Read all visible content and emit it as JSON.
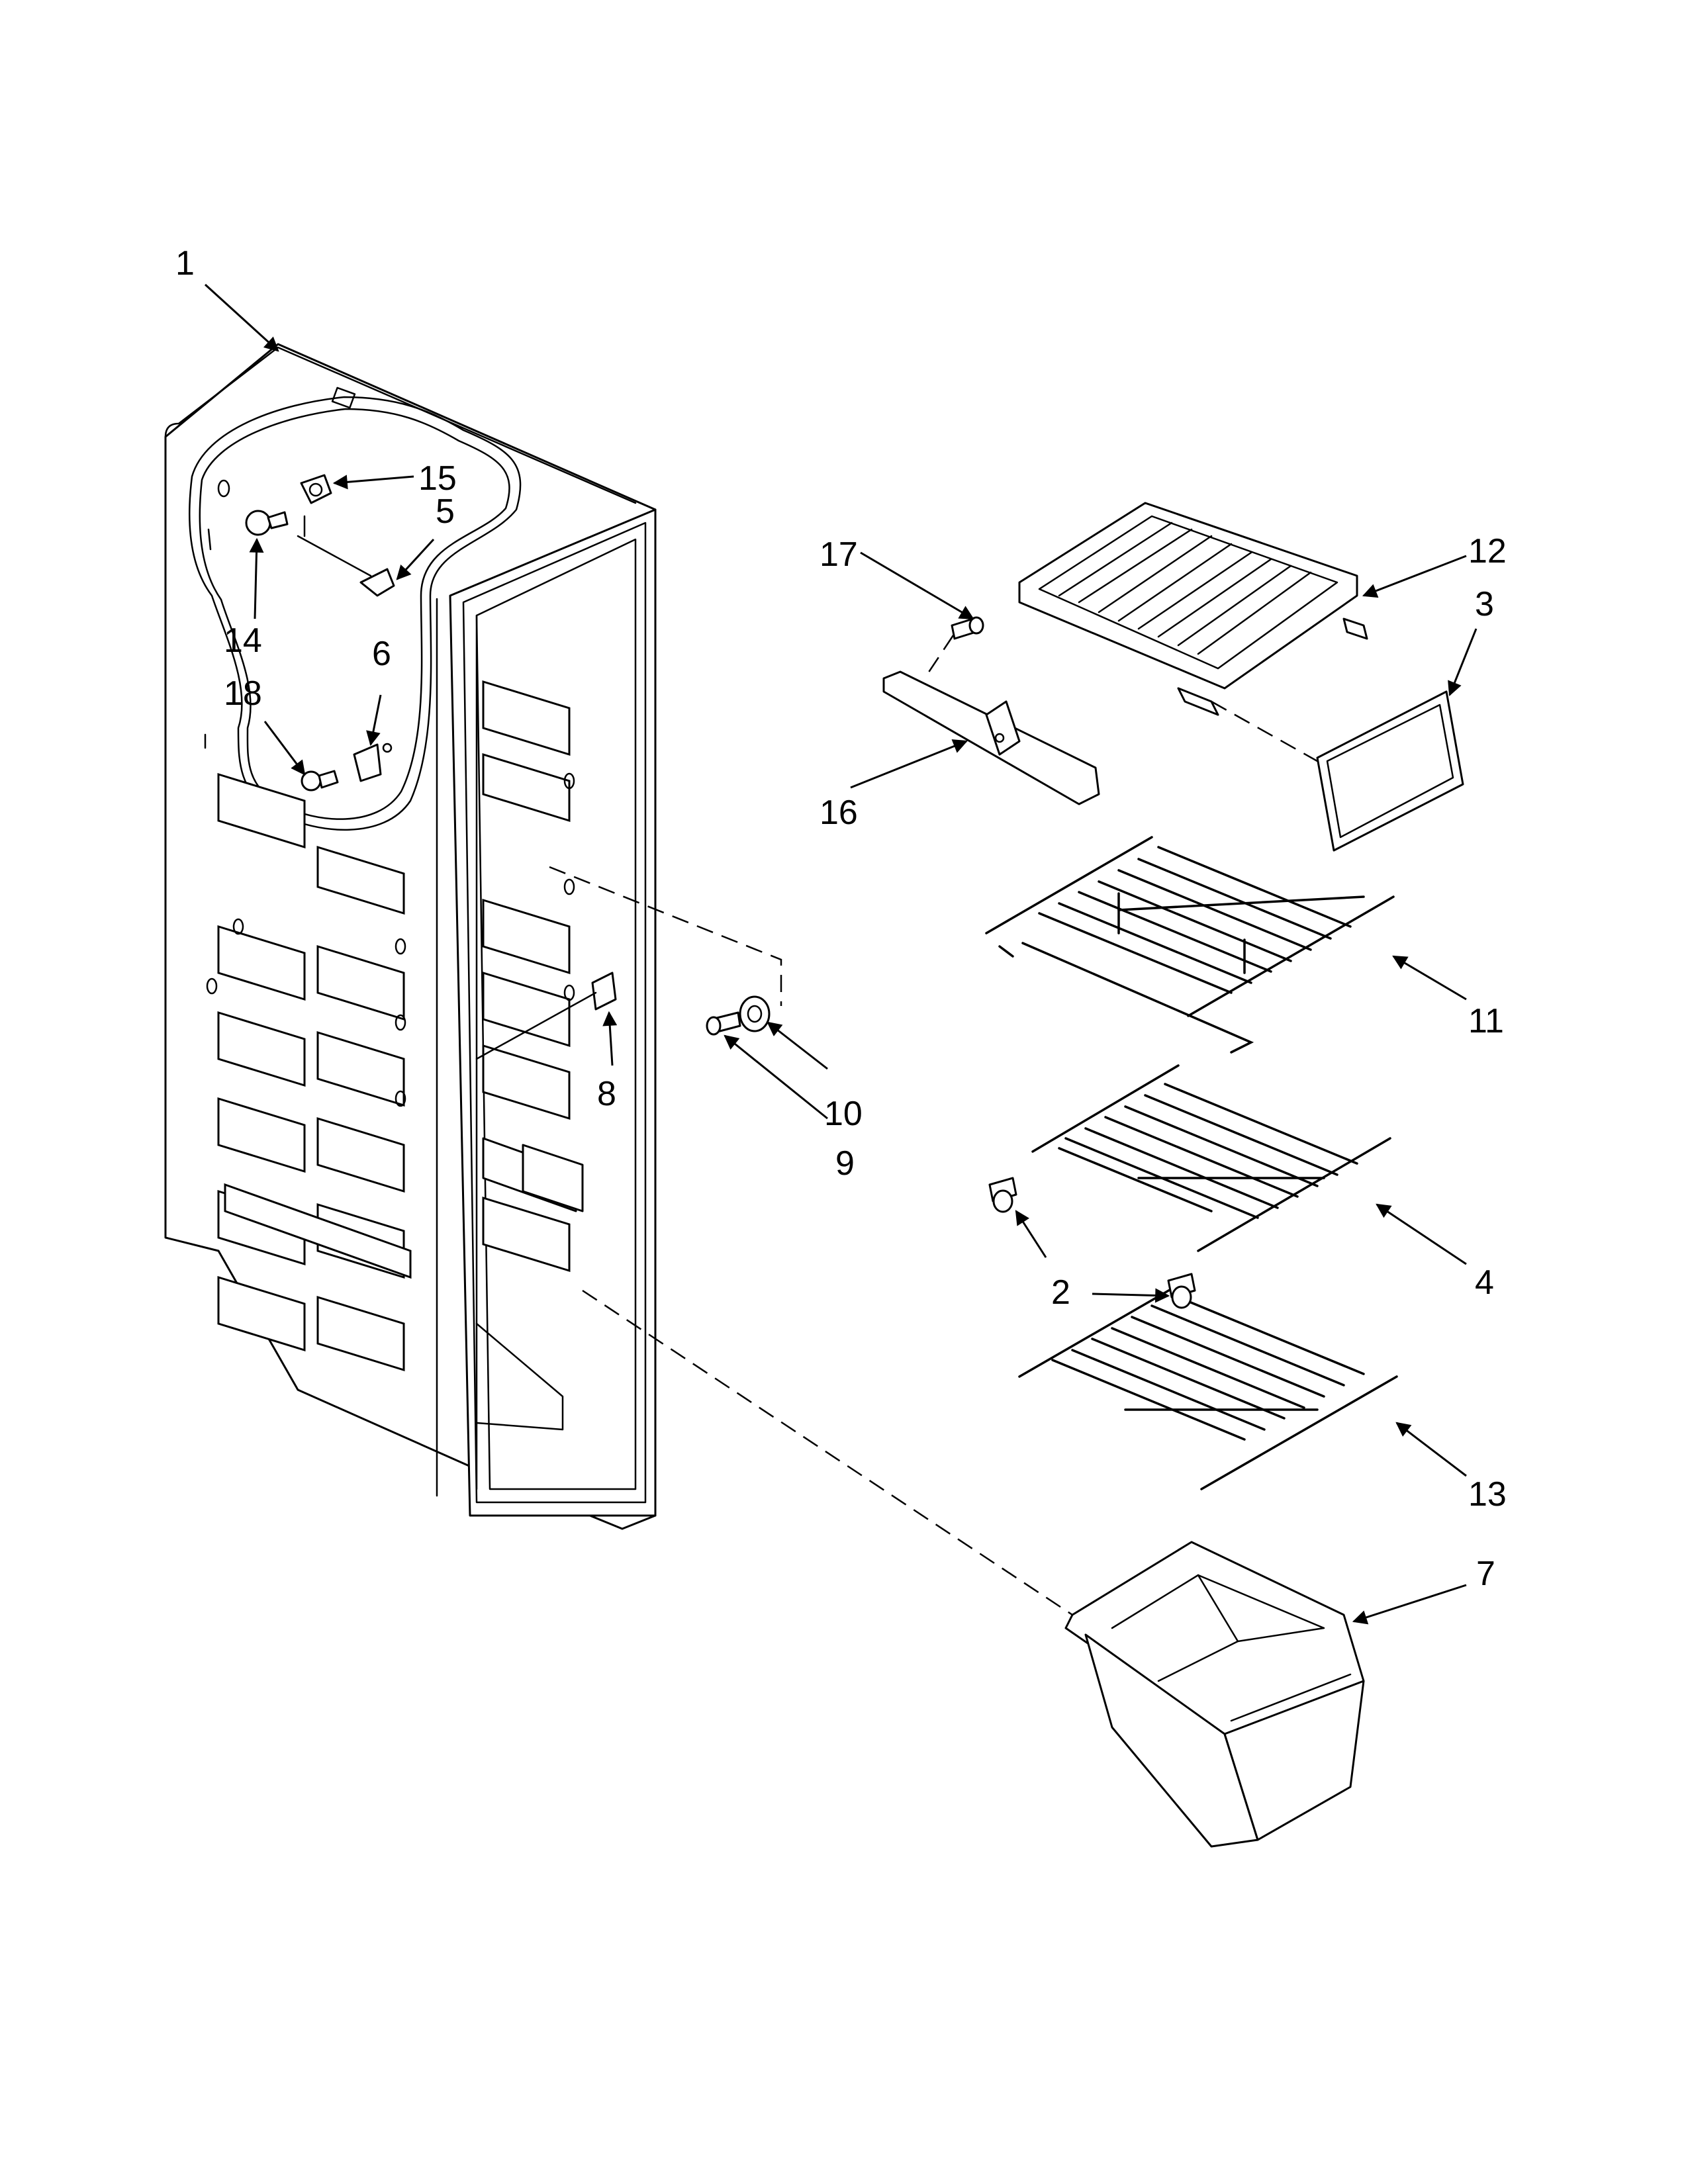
{
  "diagram": {
    "colors": {
      "ink": "#000000",
      "paper": "#ffffff"
    },
    "callouts": [
      "1",
      "2",
      "3",
      "4",
      "5",
      "6",
      "7",
      "8",
      "9",
      "10",
      "11",
      "12",
      "13",
      "14",
      "15",
      "16",
      "17",
      "18"
    ]
  }
}
